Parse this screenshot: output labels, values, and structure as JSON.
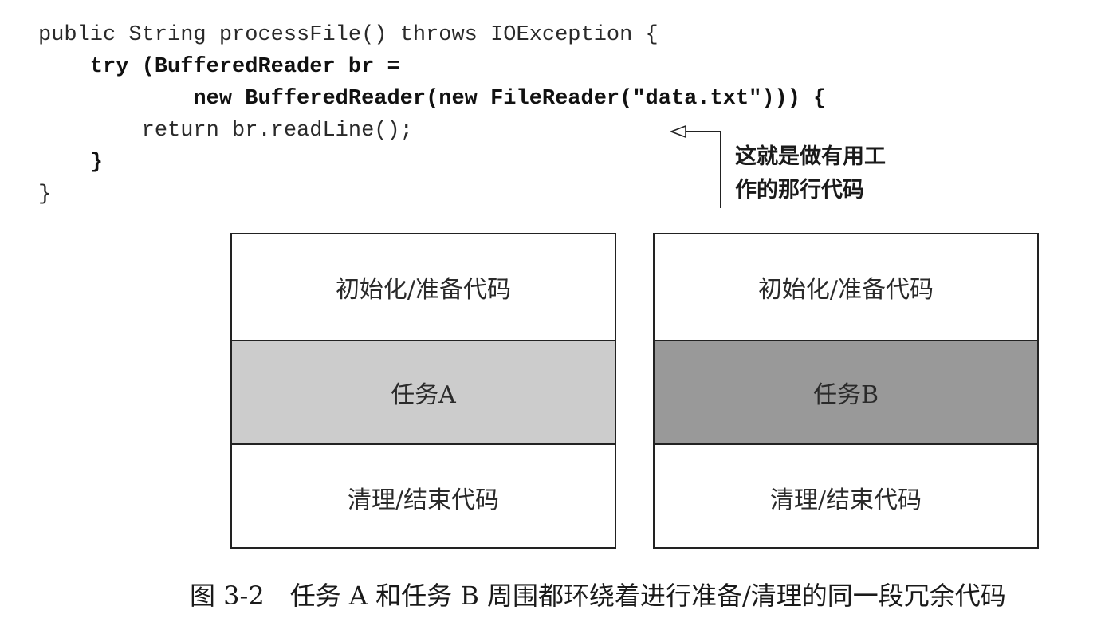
{
  "code": {
    "lines": [
      {
        "text": "public String processFile() throws IOException {",
        "bold": false
      },
      {
        "text": "    try (BufferedReader br =",
        "bold": true
      },
      {
        "text": "            new BufferedReader(new FileReader(\"data.txt\"))) {",
        "bold": true
      },
      {
        "text": "        return br.readLine();",
        "bold": false
      },
      {
        "text": "    }",
        "bold": true
      },
      {
        "text": "}",
        "bold": false
      }
    ]
  },
  "annotation": {
    "line1": "这就是做有用工",
    "line2": "作的那行代码"
  },
  "blocks": {
    "a": {
      "top": "初始化/准备代码",
      "middle": "任务A",
      "bottom": "清理/结束代码",
      "middle_color": "#cccccc"
    },
    "b": {
      "top": "初始化/准备代码",
      "middle": "任务B",
      "bottom": "清理/结束代码",
      "middle_color": "#999999"
    }
  },
  "caption": "图 3-2　任务 A 和任务 B 周围都环绕着进行准备/清理的同一段冗余代码"
}
